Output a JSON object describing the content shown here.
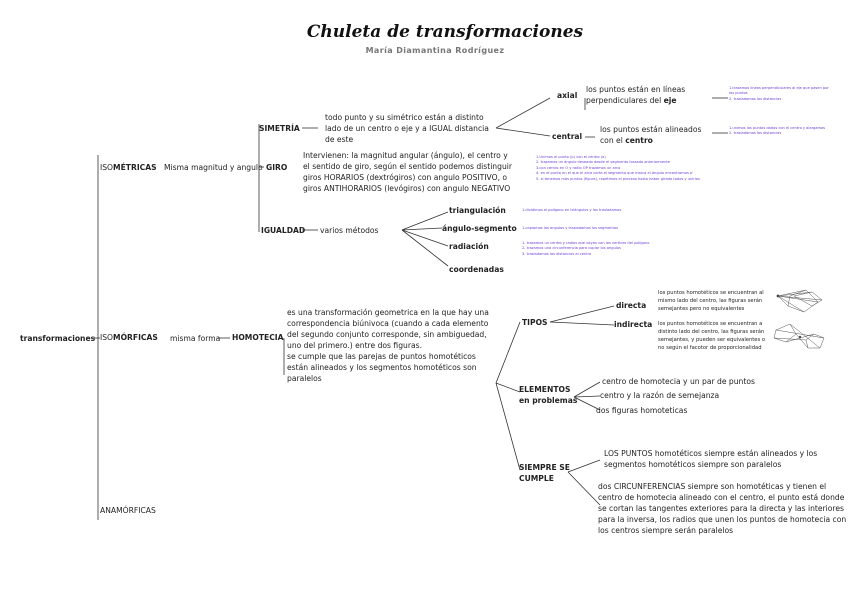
{
  "title": "Chuleta de transformaciones",
  "author": "María Diamantina Rodríguez",
  "root": "transformaciones",
  "isometricas": {
    "prefix": "ISO",
    "suffix": "MÉTRICAS",
    "desc": "Misma magnitud y angulo",
    "simetria": {
      "label": "SIMETRÍA",
      "desc": "todo punto y su simétrico están a distinto lado de un centro o eje y a IGUAL distancia de este",
      "axial": {
        "label": "axial",
        "desc_a": "los puntos están en líneas perpendiculares del ",
        "desc_b": "eje",
        "steps": "1.trazamos líneas perpendiculares al eje que pasen por los puntos\n2. trasladamos las distancias"
      },
      "central": {
        "label": "central",
        "desc_a": "los puntos están alineados con el ",
        "desc_b": "centro",
        "steps": "1.unimos los puntos dados con el centro y alargamos\n2. trasladamos las distancias"
      }
    },
    "giro": {
      "label": "GIRO",
      "desc": "Intervienen: la magnitud angular (ángulo), el centro y el sentido de giro, según el sentido podemos distinguir giros HORARIOS (dextrógiros) con angulo POSITIVO, o giros ANTIHORARIOS (levógiros) con angulo NEGATIVO",
      "steps": "1.Unimos el punto (p) con el centro (o)\n2. trazamos un ángulo deseado desde el segmento trazado anteriormente\n3.con centro en O y radio OP trazamos un arco\n4. en el punto en el que el arco corta el segmento que marca el ángulo encontramos p'\n5. si tenemos más puntos (figura), repetimos el proceso hasta haber girado todos y unirlos"
    },
    "igualdad": {
      "label": "IGUALDAD",
      "desc": "varios métodos",
      "methods": [
        {
          "label": "triangulación",
          "steps": "1.dividimos el polígono en triángulos y los trasladamos"
        },
        {
          "label": "ángulo-segmento",
          "steps": "1.copiamos los angulos y trasladamos los segmentos"
        },
        {
          "label": "radiación",
          "steps": "1. trazamos un centro y radios que vayan con los vertices del polígono\n2. trazamos una circunferencia para copiar los angulos\n3. trasladamos las distancias al centro"
        },
        {
          "label": "coordenadas",
          "steps": ""
        }
      ]
    }
  },
  "isomorficas": {
    "prefix": "ISO",
    "suffix": "MÓRFICAS",
    "desc": "misma forma",
    "homotecia": {
      "label": "HOMOTECIA",
      "desc": "es una transformación geometrica en la que hay una correspondencia biúnivoca (cuando a cada elemento del segundo conjunto corresponde, sin ambiguedad, uno del primero.) entre dos figuras.\nse cumple que las parejas de puntos homotéticos están alineados y los segmentos homotéticos son paralelos",
      "tipos": {
        "label": "TIPOS",
        "directa": {
          "label": "directa",
          "desc": "los puntos homotéticos se encuentran al mismo lado del centro, las figuras serán semejantes pero no equivalentes"
        },
        "indirecta": {
          "label": "indirecta",
          "desc": "los puntos homotéticos se encuentran a distinto lado del centro, las figuras serán semejantes, y pueden ser equivalentes o no según el facotor de proporcionalidad"
        }
      },
      "elementos": {
        "label_a": "ELEMENTOS",
        "label_b": "en problemas",
        "items": [
          "centro de homotecia y un par de puntos",
          "centro y la razón de semejanza",
          "dos figuras homoteticas"
        ]
      },
      "siempre": {
        "label_a": "SIEMPRE SE",
        "label_b": "CUMPLE",
        "items": [
          "LOS PUNTOS homotéticos siempre están alineados y los segmentos homotéticos siempre son paralelos",
          "dos CIRCUNFERENCIAS siempre son homotéticas y tienen el centro de homotecia alineado con el centro, el punto está donde se cortan las tangentes exteriores para la directa y las interiores para la inversa, los radios que unen los puntos de homotecia con los centros siempre serán paralelos"
        ]
      }
    }
  },
  "anamorficas": "ANAMÓRFICAS"
}
